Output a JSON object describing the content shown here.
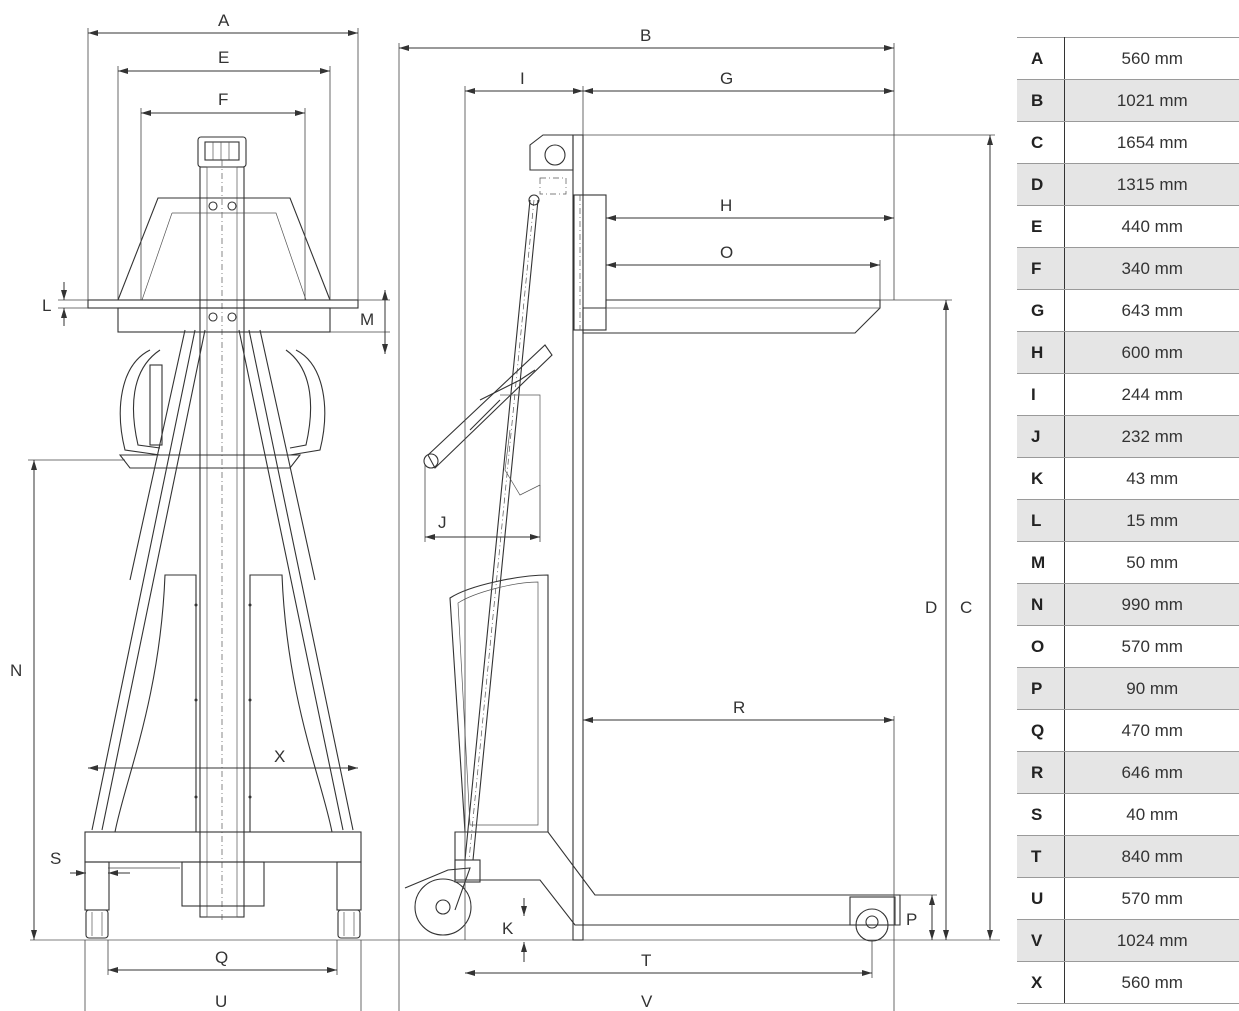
{
  "dimension_labels": {
    "front_view": [
      "A",
      "E",
      "F",
      "L",
      "M",
      "N",
      "X",
      "S",
      "Q",
      "U"
    ],
    "side_view": [
      "B",
      "I",
      "G",
      "H",
      "O",
      "J",
      "R",
      "D",
      "C",
      "P",
      "K",
      "T",
      "V"
    ]
  },
  "spec_table": {
    "rows": [
      {
        "key": "A",
        "value": "560 mm"
      },
      {
        "key": "B",
        "value": "1021 mm"
      },
      {
        "key": "C",
        "value": "1654 mm"
      },
      {
        "key": "D",
        "value": "1315 mm"
      },
      {
        "key": "E",
        "value": "440 mm"
      },
      {
        "key": "F",
        "value": "340 mm"
      },
      {
        "key": "G",
        "value": "643 mm"
      },
      {
        "key": "H",
        "value": "600 mm"
      },
      {
        "key": "I",
        "value": "244 mm"
      },
      {
        "key": "J",
        "value": "232 mm"
      },
      {
        "key": "K",
        "value": "43 mm"
      },
      {
        "key": "L",
        "value": "15 mm"
      },
      {
        "key": "M",
        "value": "50 mm"
      },
      {
        "key": "N",
        "value": "990 mm"
      },
      {
        "key": "O",
        "value": "570 mm"
      },
      {
        "key": "P",
        "value": "90 mm"
      },
      {
        "key": "Q",
        "value": "470 mm"
      },
      {
        "key": "R",
        "value": "646 mm"
      },
      {
        "key": "S",
        "value": "40 mm"
      },
      {
        "key": "T",
        "value": "840 mm"
      },
      {
        "key": "U",
        "value": "570 mm"
      },
      {
        "key": "V",
        "value": "1024 mm"
      },
      {
        "key": "X",
        "value": "560 mm"
      }
    ]
  }
}
